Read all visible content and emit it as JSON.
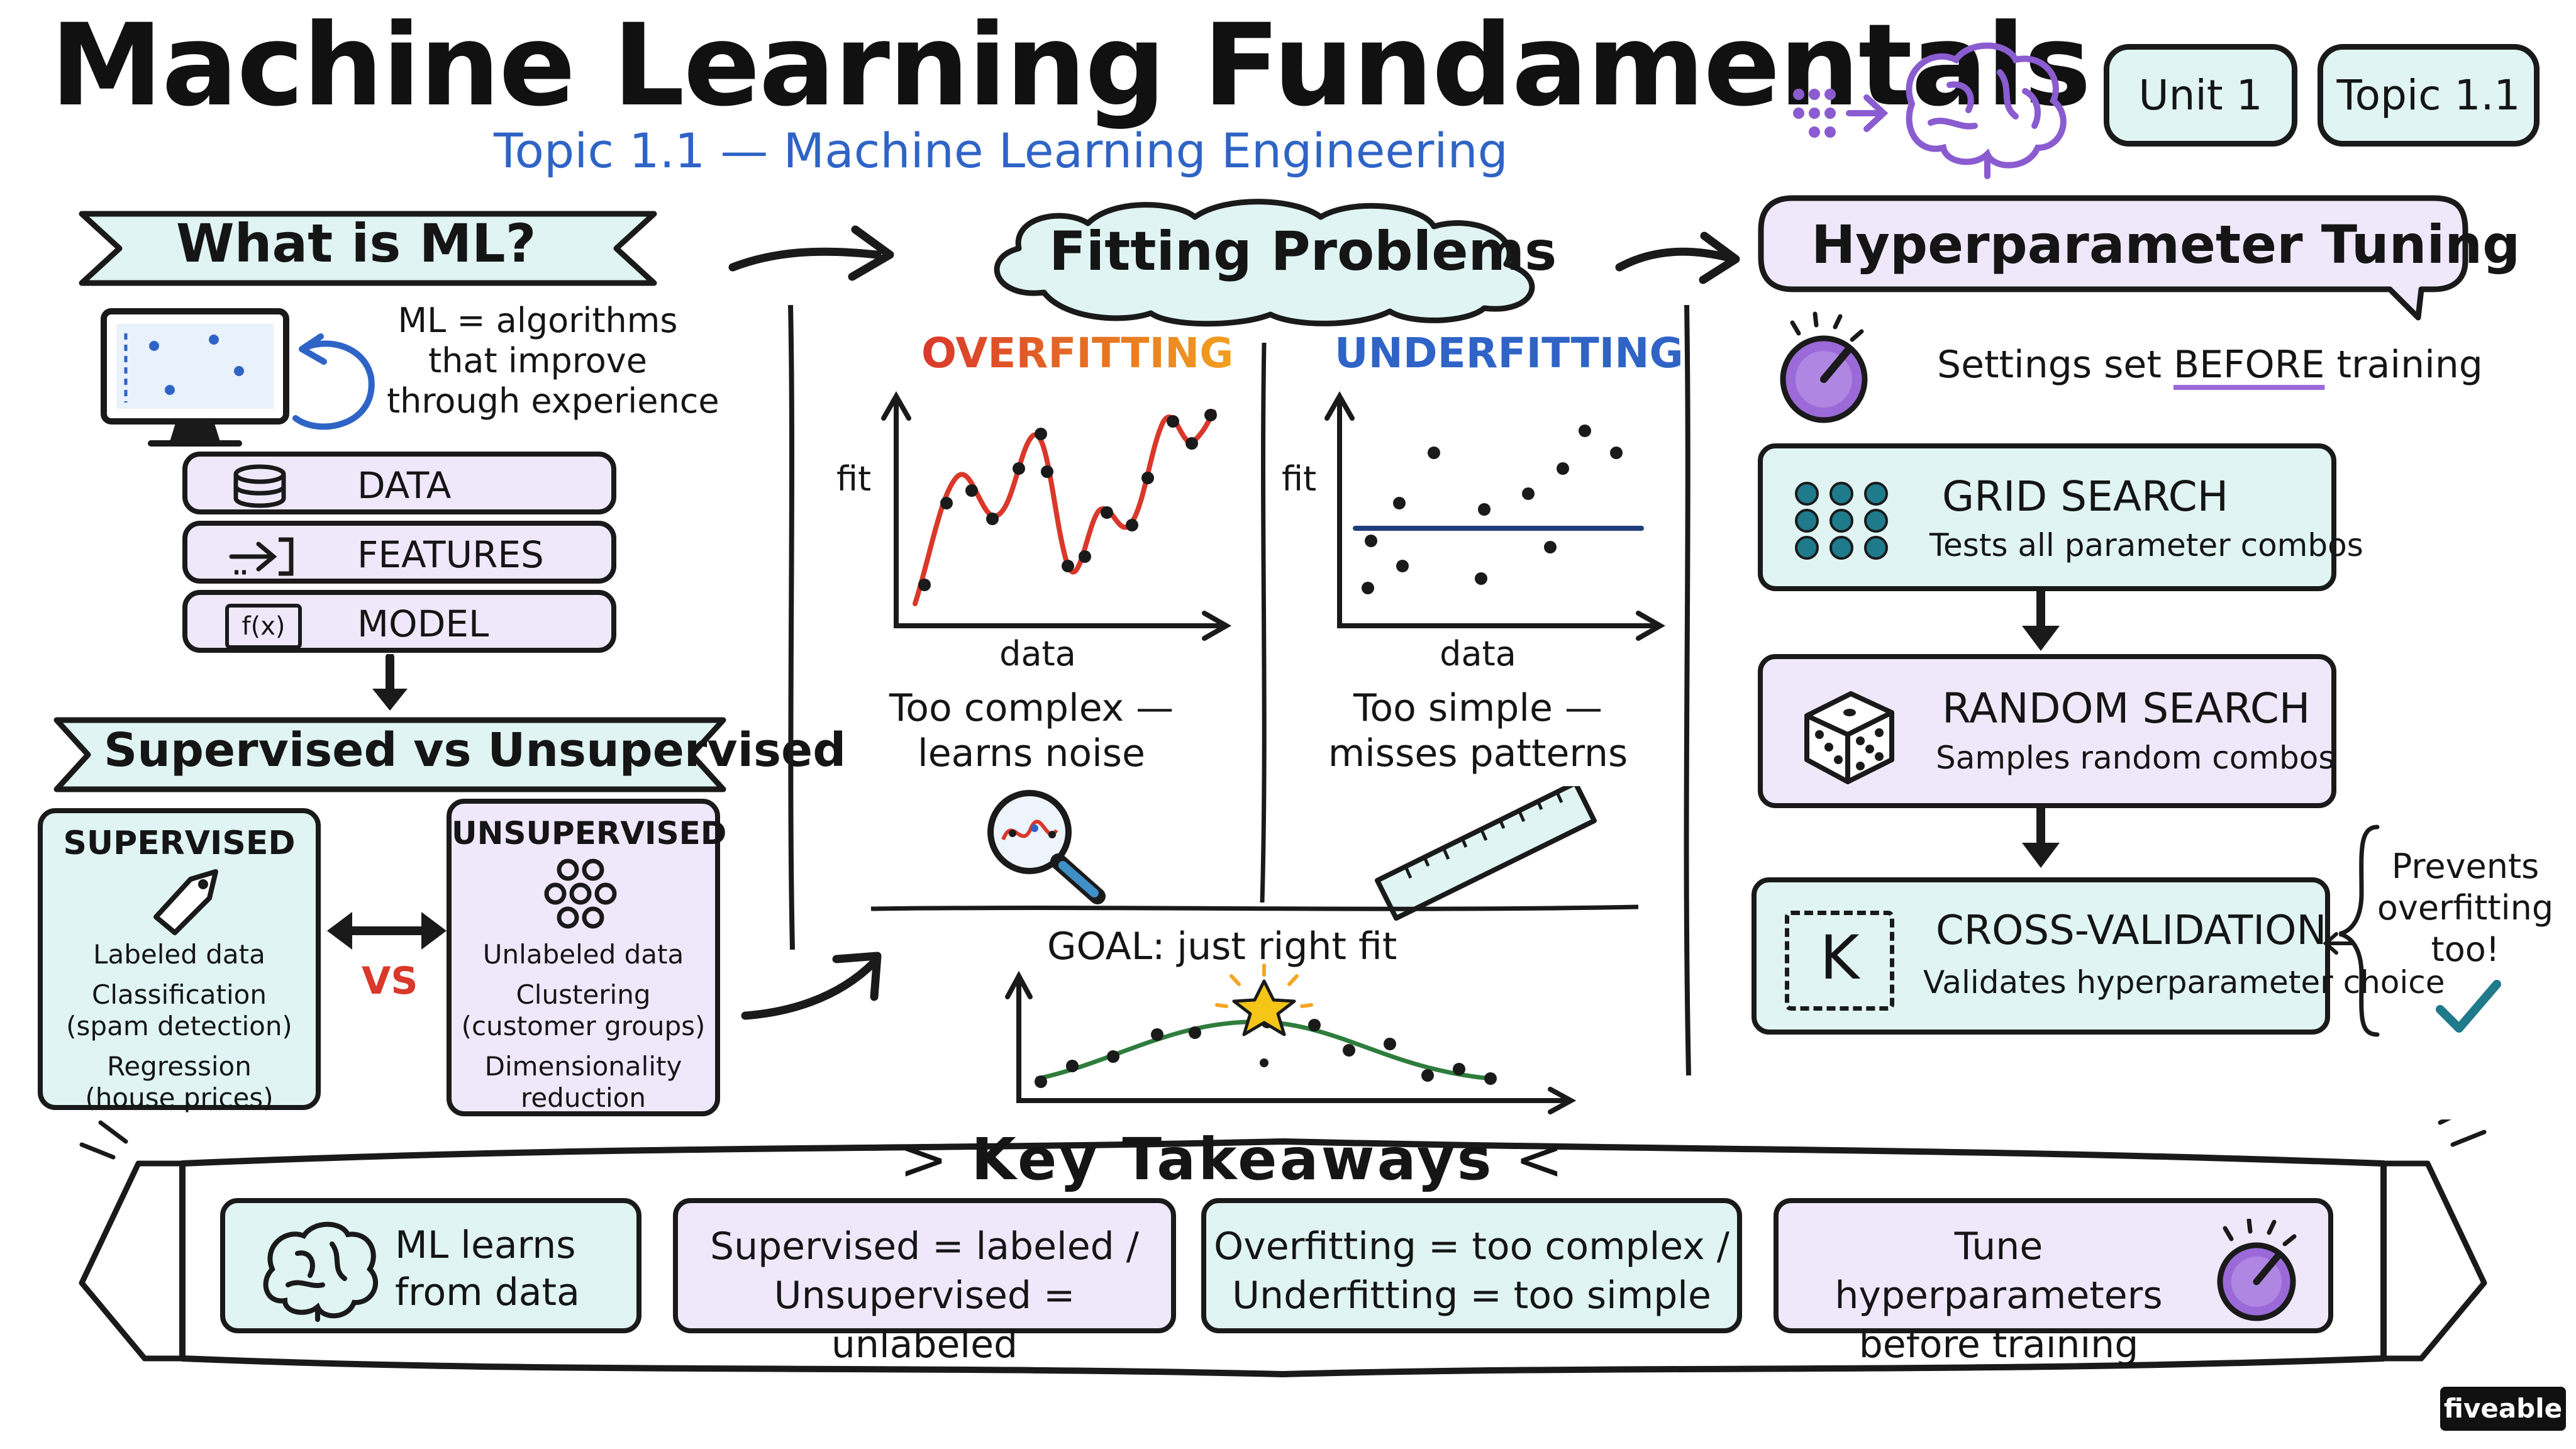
{
  "header": {
    "title": "Machine Learning Fundamentals",
    "subtitle": "Topic 1.1 — Machine Learning Engineering",
    "badges": [
      "Unit 1",
      "Topic 1.1"
    ]
  },
  "what_is_ml": {
    "title": "What is ML?",
    "definition": [
      "ML = algorithms",
      "that improve",
      "through experience"
    ],
    "pipeline": [
      {
        "label": "DATA",
        "icon": "database-icon"
      },
      {
        "label": "FEATURES",
        "icon": "arrow-right-icon"
      },
      {
        "label": "MODEL",
        "icon_text": "f(x)"
      }
    ]
  },
  "sup_vs_unsup": {
    "title": "Supervised vs Unsupervised",
    "vs": "VS",
    "supervised": {
      "title": "SUPERVISED",
      "items": [
        "Labeled data",
        "Classification",
        "(spam detection)",
        "Regression",
        "(house prices)"
      ]
    },
    "unsupervised": {
      "title": "UNSUPERVISED",
      "items": [
        "Unlabeled data",
        "Clustering",
        "(customer groups)",
        "Dimensionality",
        "reduction"
      ]
    }
  },
  "fitting": {
    "title": "Fitting Problems",
    "overfitting": {
      "title": "OVERFITTING",
      "ylabel": "fit",
      "xlabel": "data",
      "caption": [
        "Too complex —",
        "learns noise"
      ]
    },
    "underfitting": {
      "title": "UNDERFITTING",
      "ylabel": "fit",
      "xlabel": "data",
      "caption": [
        "Too simple —",
        "misses patterns"
      ]
    },
    "goal": "GOAL: just right fit"
  },
  "tuning": {
    "title": "Hyperparameter Tuning",
    "intro_prefix": "Settings set",
    "intro_emph": "BEFORE",
    "intro_suffix": "training",
    "methods": [
      {
        "title": "GRID SEARCH",
        "desc": "Tests all parameter combos",
        "icon": "grid-dots-icon"
      },
      {
        "title": "RANDOM SEARCH",
        "desc": "Samples random combos",
        "icon": "dice-icon"
      },
      {
        "title": "CROSS-VALIDATION",
        "desc": "Validates hyperparameter choice",
        "icon_text": "K"
      }
    ],
    "side_note": [
      "Prevents",
      "overfitting",
      "too!"
    ]
  },
  "takeaways": {
    "title": "Key Takeaways",
    "items": [
      [
        "ML learns",
        "from data"
      ],
      [
        "Supervised = labeled /",
        "Unsupervised = unlabeled"
      ],
      [
        "Overfitting = too complex /",
        "Underfitting = too simple"
      ],
      [
        "Tune hyperparameters",
        "before training"
      ]
    ]
  },
  "brand": "fiveable",
  "colors": {
    "mint": "#dff4f3",
    "lavender": "#efe8fb",
    "blue_text": "#2f64c6",
    "purple": "#9b6ad8",
    "red_curve": "#d9382a",
    "navy_line": "#1f3f7a",
    "green_curve": "#2e7d3c",
    "star": "#f5c518"
  }
}
